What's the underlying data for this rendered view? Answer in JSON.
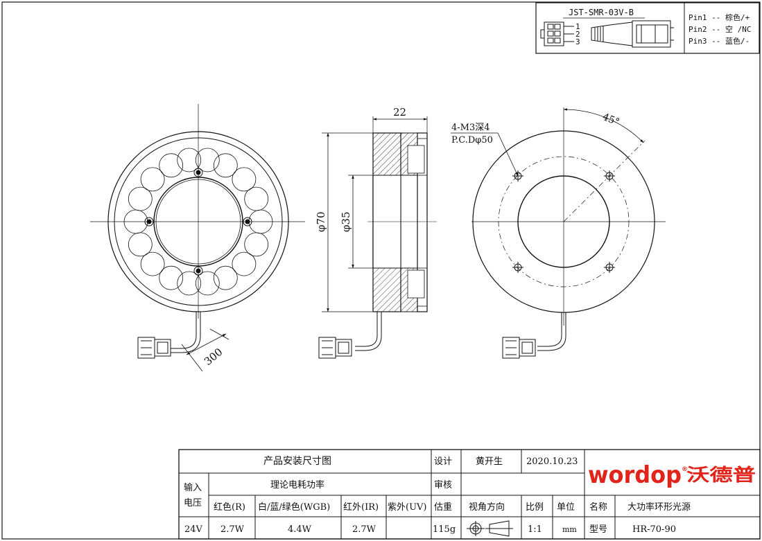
{
  "connector": {
    "model": "JST-SMR-03V-B",
    "pin_numbers": [
      "1",
      "2",
      "3"
    ],
    "pins": [
      "Pin1 -- 棕色/+",
      "Pin2 -- 空 /NC",
      "Pin3 -- 蓝色/-"
    ]
  },
  "dimensions": {
    "width": "22",
    "outer_diameter": "φ70",
    "inner_diameter": "φ35",
    "cable_length": "300",
    "hole_spec_line1": "4-M3深4",
    "hole_spec_line2": "P.C.Dφ50",
    "angle": "45°"
  },
  "title_block": {
    "drawing_title": "产品安装尺寸图",
    "design_label": "设计",
    "designer": "黄开生",
    "date": "2020.10.23",
    "input_voltage_label_1": "输入",
    "input_voltage_label_2": "电压",
    "power_label": "理论电耗功率",
    "review_label": "审核",
    "col_red": "红色(R)",
    "col_white": "白/蓝/绿色(WGB)",
    "col_ir": "红外(IR)",
    "col_uv": "紫外(UV)",
    "weight_label": "估重",
    "view_label": "视角方向",
    "scale_label": "比例",
    "unit_label": "单位",
    "name_label": "名称",
    "name_value": "大功率环形光源",
    "voltage_value": "24V",
    "red_power": "2.7W",
    "white_power": "4.4W",
    "ir_power": "2.7W",
    "uv_power": "",
    "weight_value": "115g",
    "scale_value": "1:1",
    "unit_value": "mm",
    "model_label": "型号",
    "model_value": "HR-70-90"
  },
  "brand": {
    "logo_text": "wordop",
    "logo_mark": "®",
    "logo_cn": "沃德普",
    "logo_color": "#e2231a"
  }
}
